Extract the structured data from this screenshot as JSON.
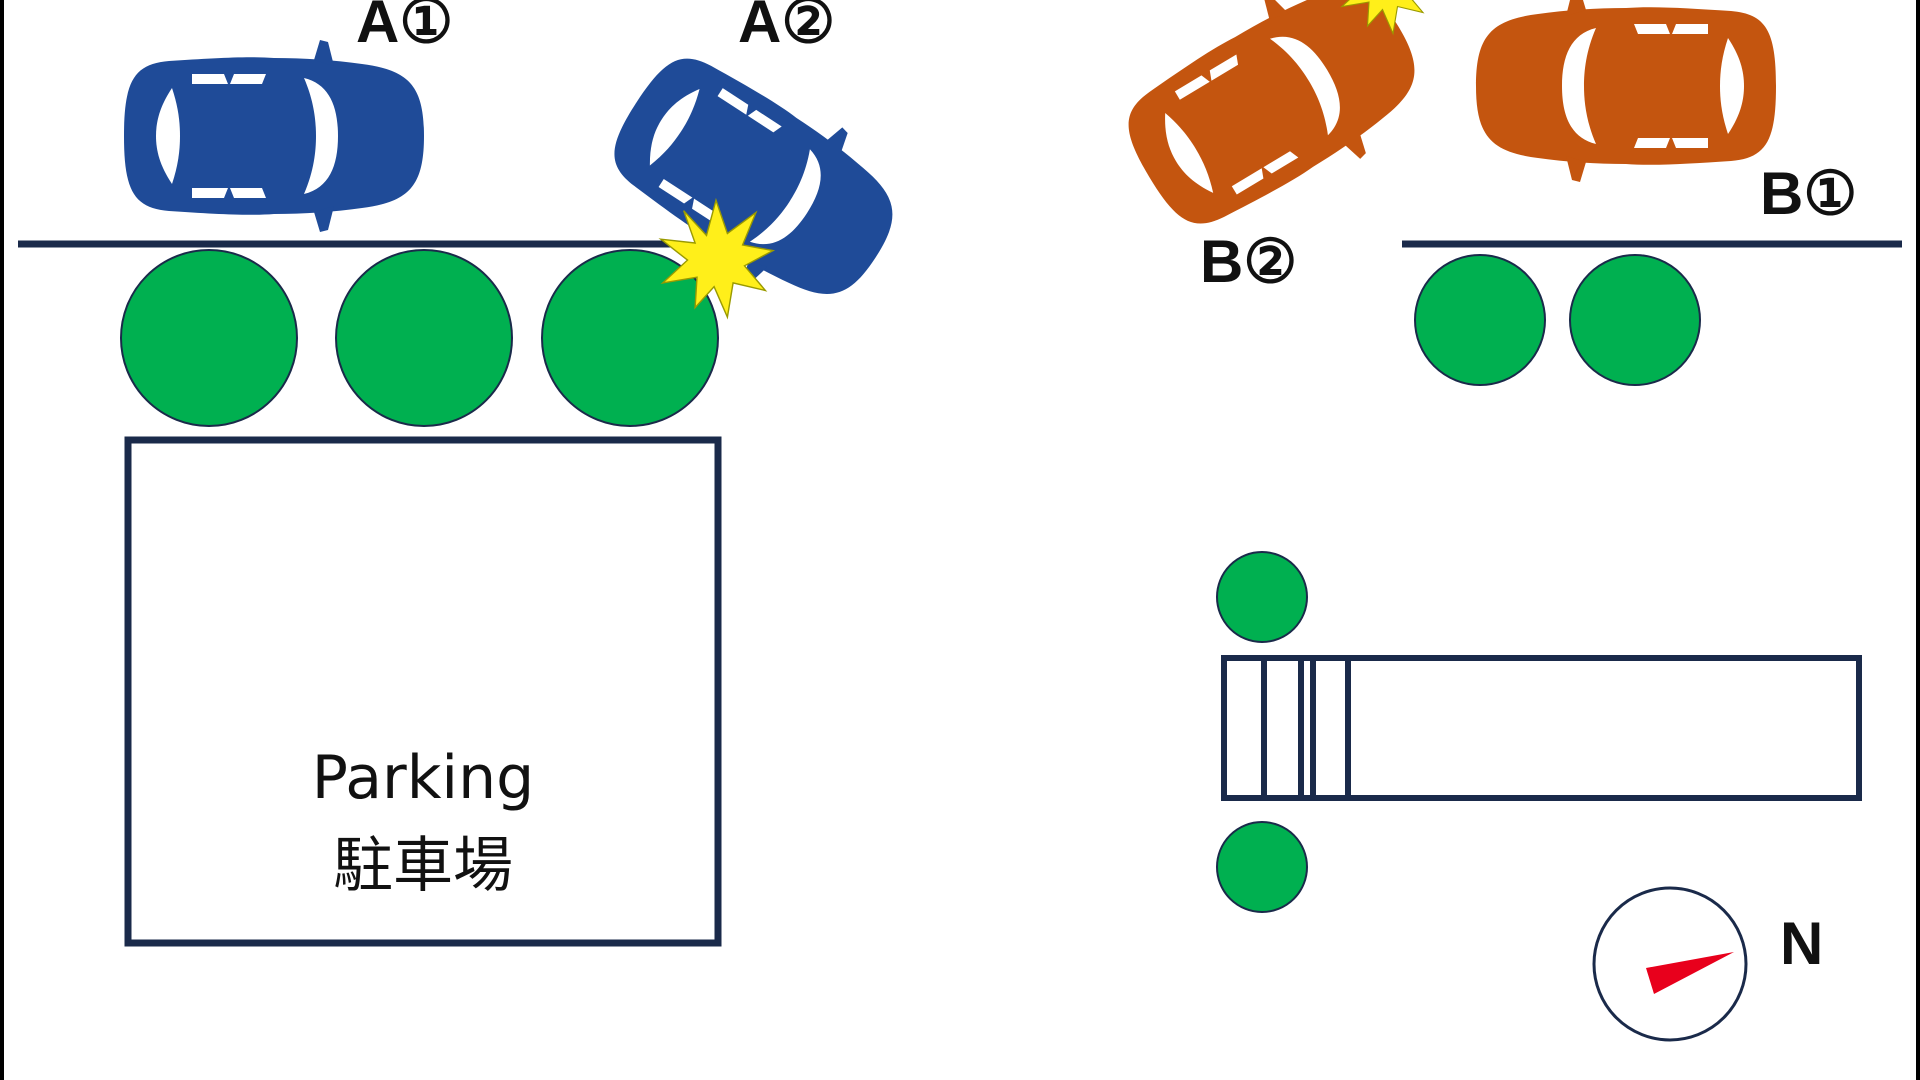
{
  "labels": {
    "car_a1": "A①",
    "car_a2": "A②",
    "car_b1": "B①",
    "car_b2": "B②",
    "parking_en": "Parking",
    "parking_ja": "駐車場",
    "north": "N"
  },
  "colors": {
    "car_a": "#1f4b98",
    "car_b": "#c4550f",
    "tree": "#00b050",
    "outline": "#1a2a4a",
    "impact": "#ffef1a",
    "compass_needle": "#e8001c",
    "background": "#ffffff"
  },
  "icons": {
    "car": "car-topview-icon",
    "impact": "collision-burst-icon",
    "tree": "tree-circle-icon",
    "compass": "compass-icon"
  }
}
